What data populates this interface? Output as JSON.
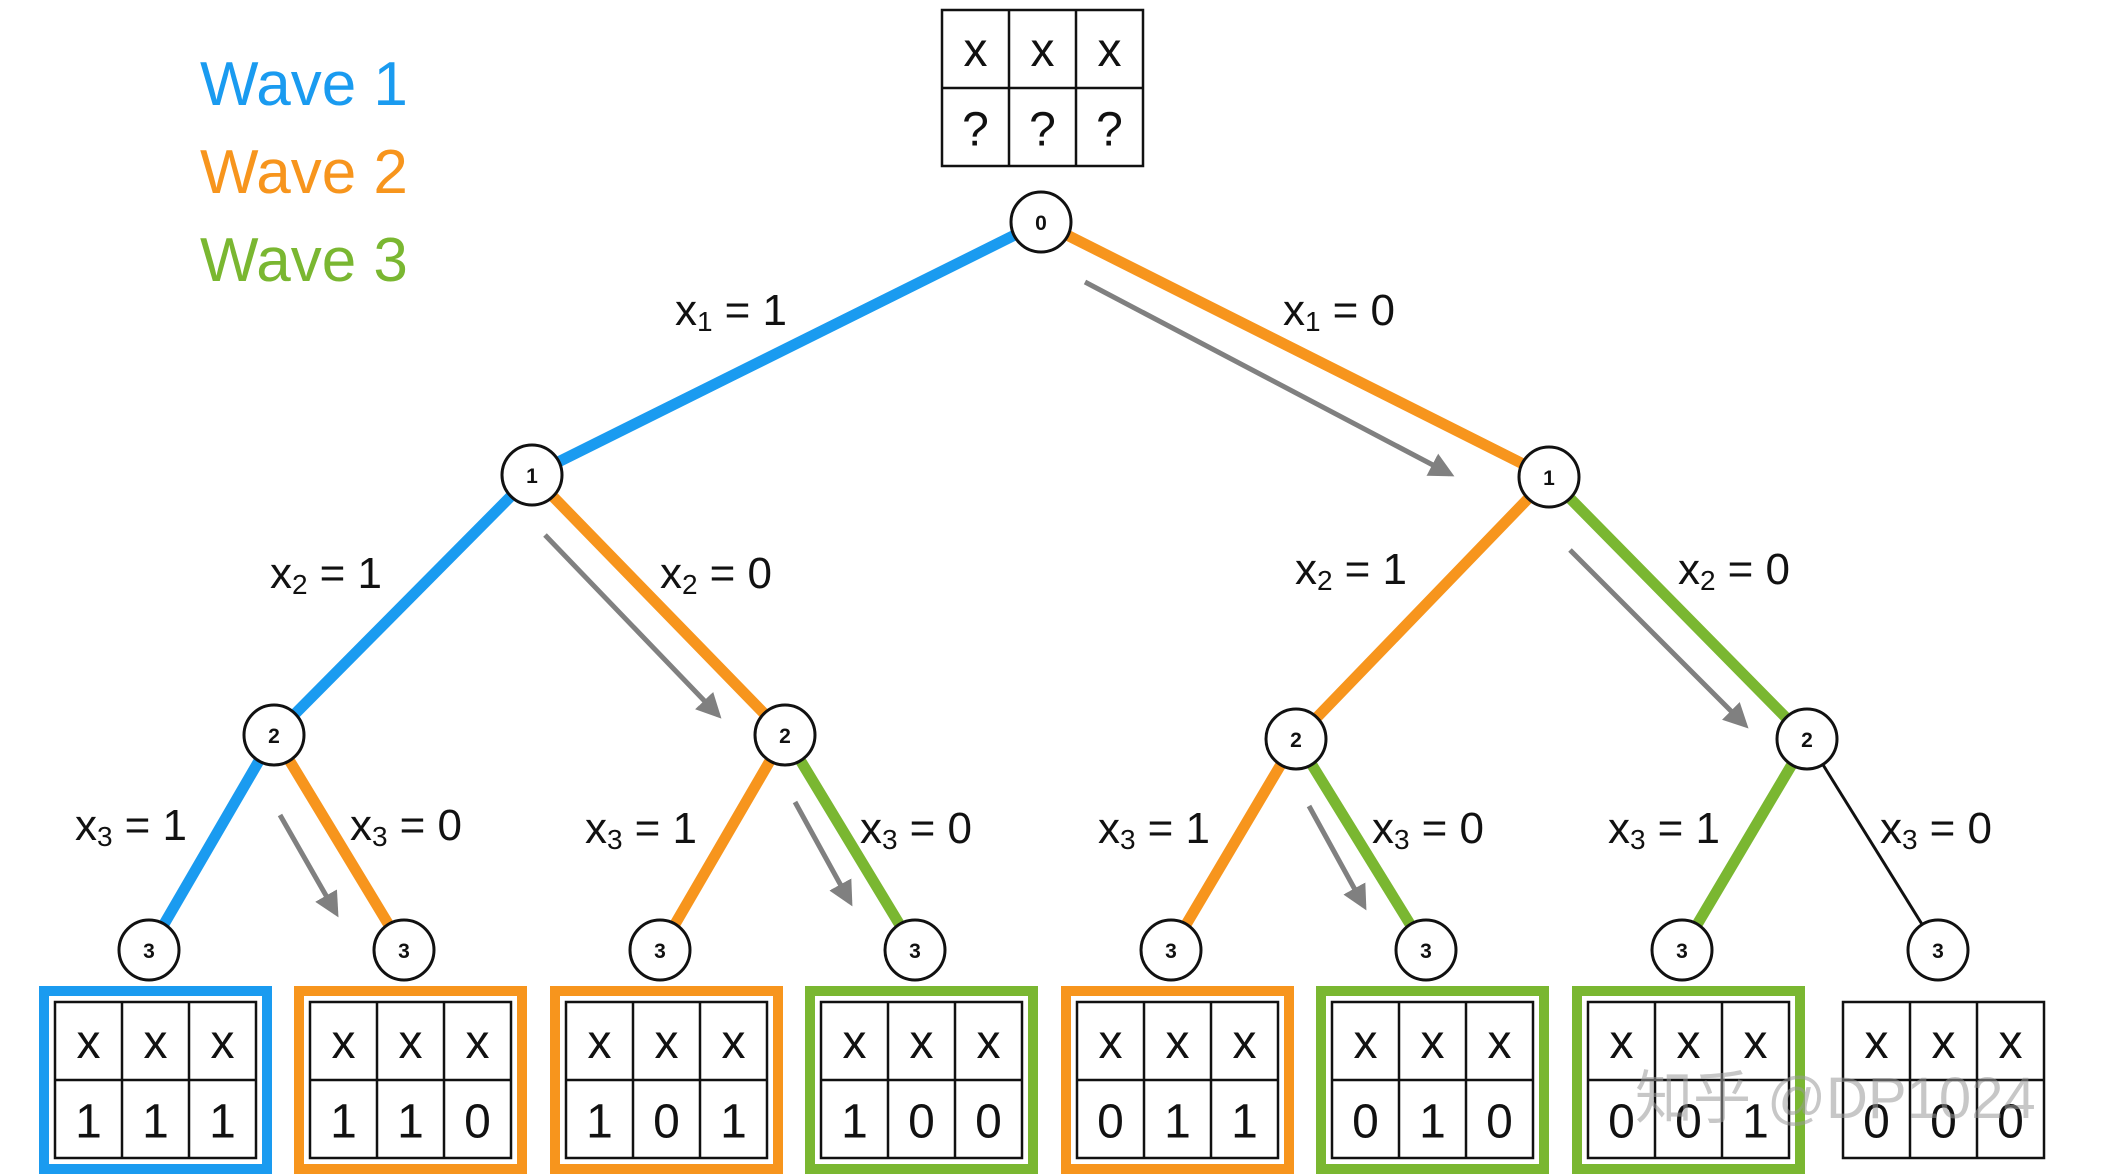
{
  "legend": [
    {
      "label": "Wave 1",
      "color": "#1a9bf0"
    },
    {
      "label": "Wave 2",
      "color": "#f7951d"
    },
    {
      "label": "Wave 3",
      "color": "#7ab731"
    }
  ],
  "colors": {
    "wave1": "#1a9bf0",
    "wave2": "#f7951d",
    "wave3": "#7ab731",
    "unvisited": "#111111",
    "arrow": "#808080"
  },
  "root_table": {
    "top": [
      "x",
      "x",
      "x"
    ],
    "bottom": [
      "?",
      "?",
      "?"
    ]
  },
  "nodes": [
    {
      "id": "n0",
      "label": "0"
    },
    {
      "id": "n1L",
      "label": "1"
    },
    {
      "id": "n1R",
      "label": "1"
    },
    {
      "id": "n2LL",
      "label": "2"
    },
    {
      "id": "n2LR",
      "label": "2"
    },
    {
      "id": "n2RL",
      "label": "2"
    },
    {
      "id": "n2RR",
      "label": "2"
    },
    {
      "id": "n3a",
      "label": "3"
    },
    {
      "id": "n3b",
      "label": "3"
    },
    {
      "id": "n3c",
      "label": "3"
    },
    {
      "id": "n3d",
      "label": "3"
    },
    {
      "id": "n3e",
      "label": "3"
    },
    {
      "id": "n3f",
      "label": "3"
    },
    {
      "id": "n3g",
      "label": "3"
    },
    {
      "id": "n3h",
      "label": "3"
    }
  ],
  "edges": [
    {
      "from": "n0",
      "to": "n1L",
      "var": "x",
      "sub": "1",
      "val": "= 1",
      "wave": "wave1"
    },
    {
      "from": "n0",
      "to": "n1R",
      "var": "x",
      "sub": "1",
      "val": "= 0",
      "wave": "wave2"
    },
    {
      "from": "n1L",
      "to": "n2LL",
      "var": "x",
      "sub": "2",
      "val": "= 1",
      "wave": "wave1"
    },
    {
      "from": "n1L",
      "to": "n2LR",
      "var": "x",
      "sub": "2",
      "val": "= 0",
      "wave": "wave2"
    },
    {
      "from": "n1R",
      "to": "n2RL",
      "var": "x",
      "sub": "2",
      "val": "= 1",
      "wave": "wave2"
    },
    {
      "from": "n1R",
      "to": "n2RR",
      "var": "x",
      "sub": "2",
      "val": "= 0",
      "wave": "wave3"
    },
    {
      "from": "n2LL",
      "to": "n3a",
      "var": "x",
      "sub": "3",
      "val": "= 1",
      "wave": "wave1"
    },
    {
      "from": "n2LL",
      "to": "n3b",
      "var": "x",
      "sub": "3",
      "val": "= 0",
      "wave": "wave2"
    },
    {
      "from": "n2LR",
      "to": "n3c",
      "var": "x",
      "sub": "3",
      "val": "= 1",
      "wave": "wave2"
    },
    {
      "from": "n2LR",
      "to": "n3d",
      "var": "x",
      "sub": "3",
      "val": "= 0",
      "wave": "wave3"
    },
    {
      "from": "n2RL",
      "to": "n3e",
      "var": "x",
      "sub": "3",
      "val": "= 1",
      "wave": "wave2"
    },
    {
      "from": "n2RL",
      "to": "n3f",
      "var": "x",
      "sub": "3",
      "val": "= 0",
      "wave": "wave3"
    },
    {
      "from": "n2RR",
      "to": "n3g",
      "var": "x",
      "sub": "3",
      "val": "= 1",
      "wave": "wave3"
    },
    {
      "from": "n2RR",
      "to": "n3h",
      "var": "x",
      "sub": "3",
      "val": "= 0",
      "wave": "unvisited"
    }
  ],
  "leaves": [
    {
      "top": [
        "x",
        "x",
        "x"
      ],
      "bottom": [
        "1",
        "1",
        "1"
      ],
      "wave": "wave1"
    },
    {
      "top": [
        "x",
        "x",
        "x"
      ],
      "bottom": [
        "1",
        "1",
        "0"
      ],
      "wave": "wave2"
    },
    {
      "top": [
        "x",
        "x",
        "x"
      ],
      "bottom": [
        "1",
        "0",
        "1"
      ],
      "wave": "wave2"
    },
    {
      "top": [
        "x",
        "x",
        "x"
      ],
      "bottom": [
        "1",
        "0",
        "0"
      ],
      "wave": "wave3"
    },
    {
      "top": [
        "x",
        "x",
        "x"
      ],
      "bottom": [
        "0",
        "1",
        "1"
      ],
      "wave": "wave2"
    },
    {
      "top": [
        "x",
        "x",
        "x"
      ],
      "bottom": [
        "0",
        "1",
        "0"
      ],
      "wave": "wave3"
    },
    {
      "top": [
        "x",
        "x",
        "x"
      ],
      "bottom": [
        "0",
        "0",
        "1"
      ],
      "wave": "wave3"
    },
    {
      "top": [
        "x",
        "x",
        "x"
      ],
      "bottom": [
        "0",
        "0",
        "0"
      ],
      "wave": "unvisited"
    }
  ],
  "watermark": "知乎 @DP1024"
}
